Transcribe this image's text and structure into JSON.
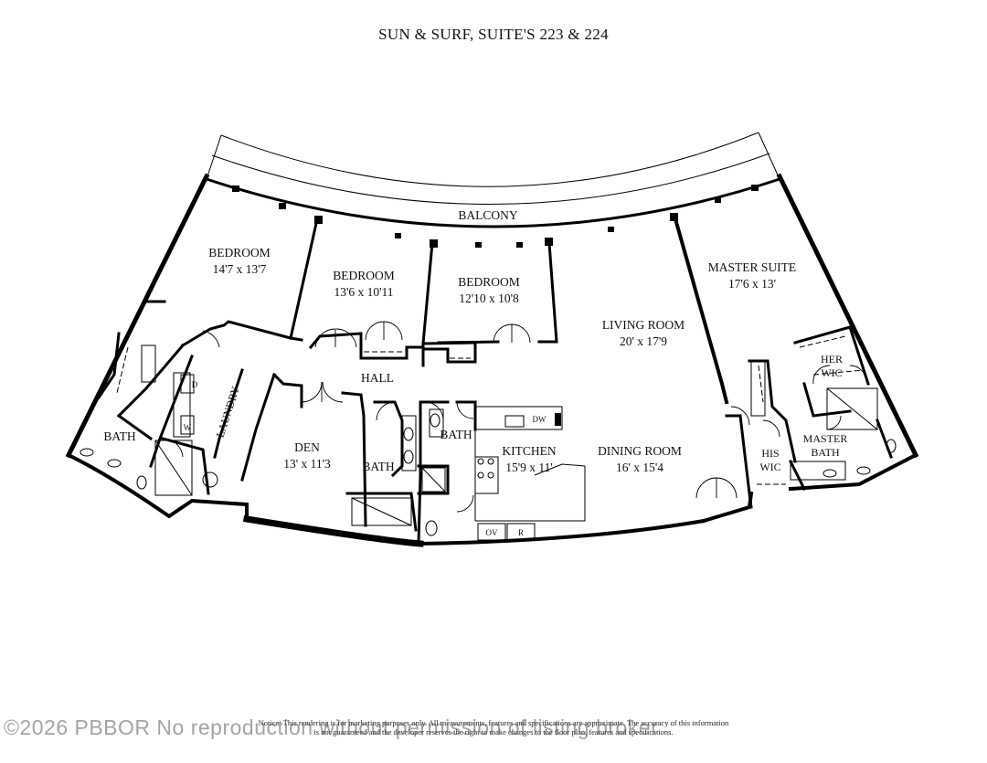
{
  "title": "SUN & SURF, SUITE'S 223 & 224",
  "rooms": {
    "balcony": {
      "name": "BALCONY"
    },
    "bedroom1": {
      "name": "BEDROOM",
      "dims": "14'7 x 13'7"
    },
    "bedroom2": {
      "name": "BEDROOM",
      "dims": "13'6 x 10'11"
    },
    "bedroom3": {
      "name": "BEDROOM",
      "dims": "12'10 x 10'8"
    },
    "living": {
      "name": "LIVING ROOM",
      "dims": "20' x 17'9"
    },
    "master": {
      "name": "MASTER SUITE",
      "dims": "17'6 x 13'"
    },
    "her_wic": {
      "line1": "HER",
      "line2": "WIC"
    },
    "hall": {
      "name": "HALL"
    },
    "laundry": {
      "name": "LAUNDRY"
    },
    "bath_left": {
      "name": "BATH"
    },
    "den": {
      "name": "DEN",
      "dims": "13' x 11'3"
    },
    "bath_mid": {
      "name": "BATH"
    },
    "bath_small": {
      "name": "BATH"
    },
    "kitchen": {
      "name": "KITCHEN",
      "dims": "15'9 x 11'"
    },
    "dining": {
      "name": "DINING ROOM",
      "dims": "16' x 15'4"
    },
    "his_wic": {
      "line1": "HIS",
      "line2": "WIC"
    },
    "master_bath": {
      "line1": "MASTER",
      "line2": "BATH"
    }
  },
  "appliances": {
    "dryer": "D",
    "washer": "W",
    "dishwasher": "DW",
    "oven": "OV",
    "refrigerator": "R"
  },
  "notice": {
    "line1": "Notice: This rendering is for marketing purposes only. All measurements, features and specifications are approximate. The accuracy of this information",
    "line2": "is not guaranteed and the developer reserves the right to make changes to the floor plan, features and specifications."
  },
  "watermark": "©2026 PBBOR No reproduction without permission of listing broker"
}
